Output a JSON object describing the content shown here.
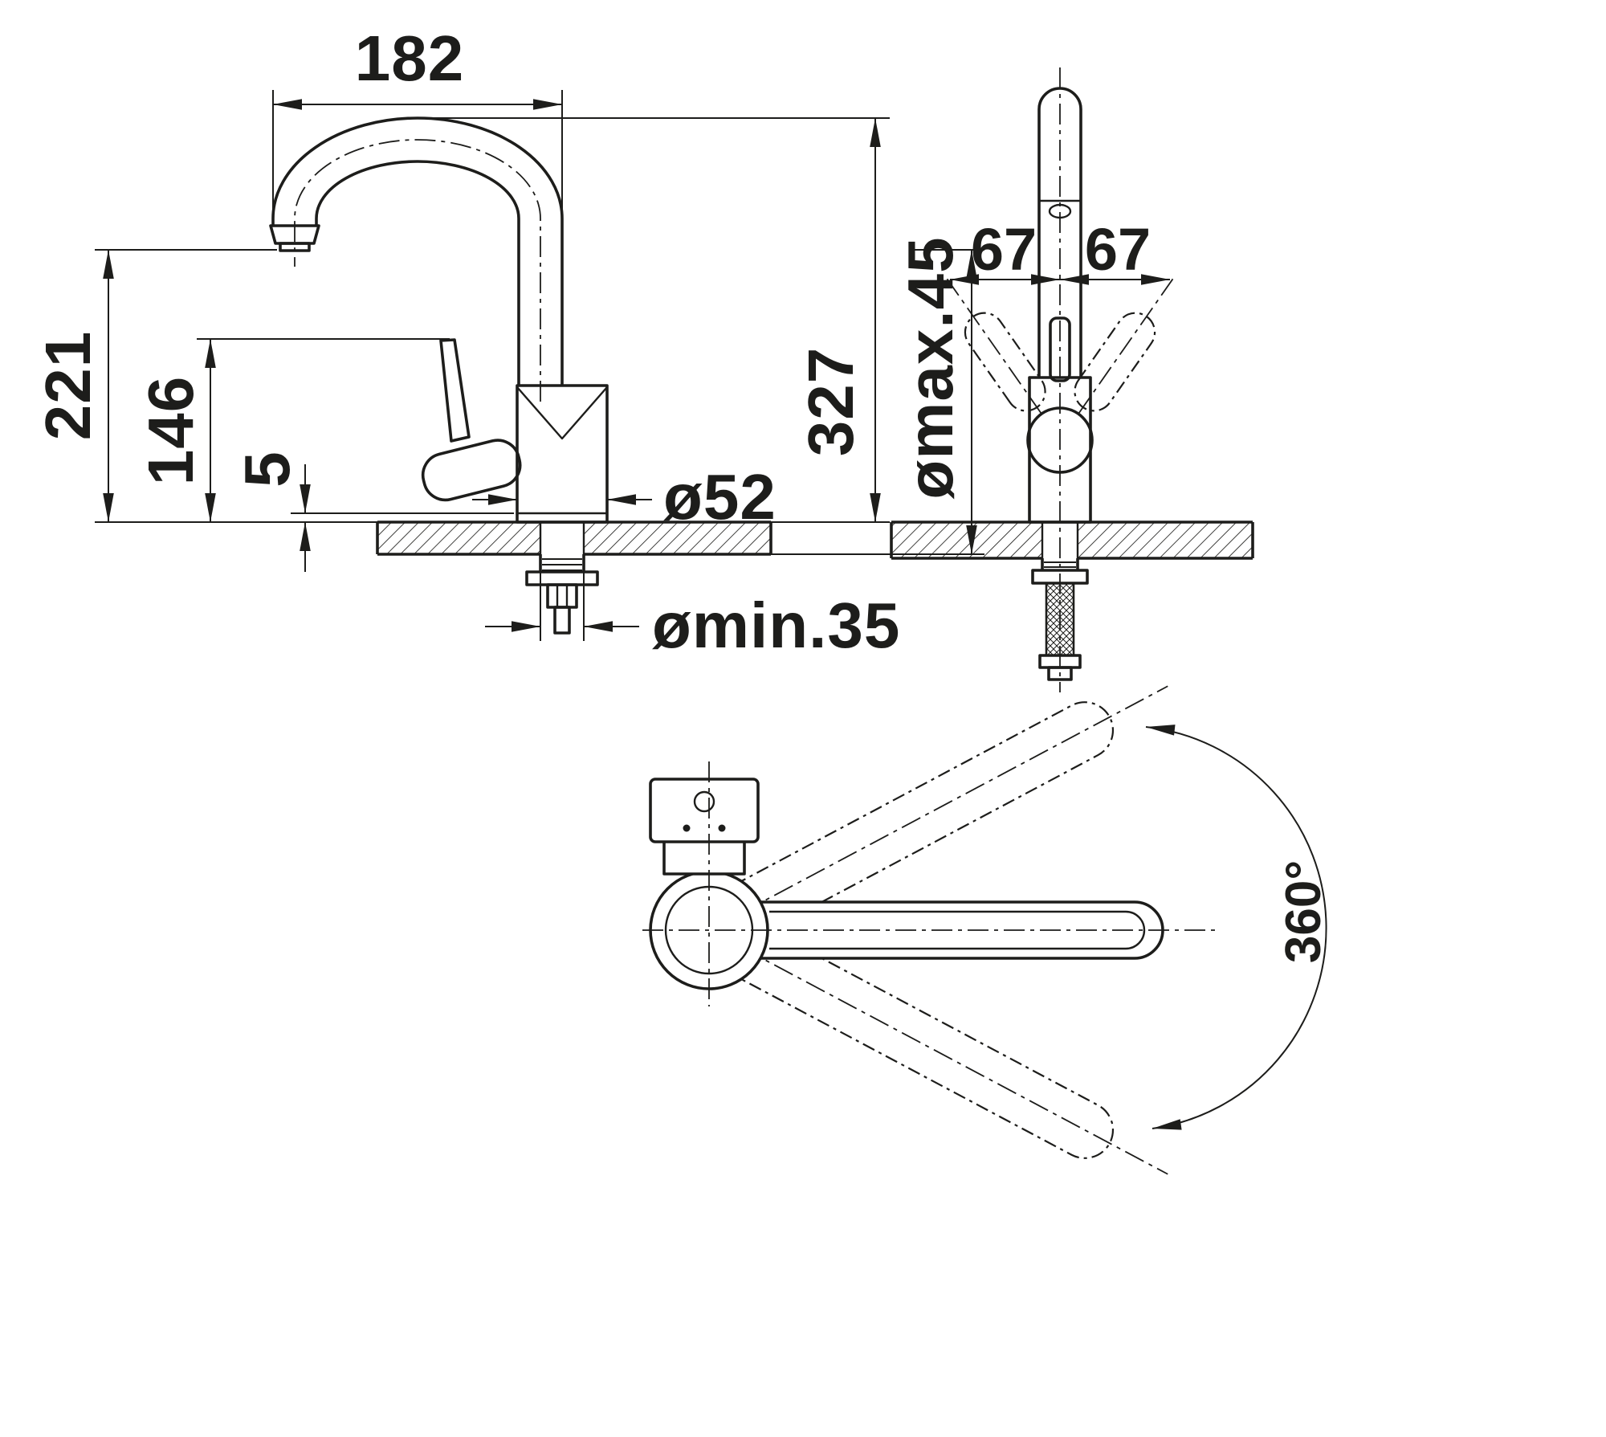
{
  "colors": {
    "ink": "#1d1d1b",
    "background": "#ffffff"
  },
  "side_view": {
    "dims": {
      "spout_reach": "182",
      "spout_height": "221",
      "handle_height": "146",
      "base_gap": "5",
      "total_height": "327",
      "deck_max": "ømax.45",
      "base_diameter": "ø52",
      "hole_min": "ømin.35"
    }
  },
  "front_view": {
    "dims": {
      "swing_left": "67",
      "swing_right": "67"
    }
  },
  "top_view": {
    "dims": {
      "swivel_range": "360°"
    }
  }
}
